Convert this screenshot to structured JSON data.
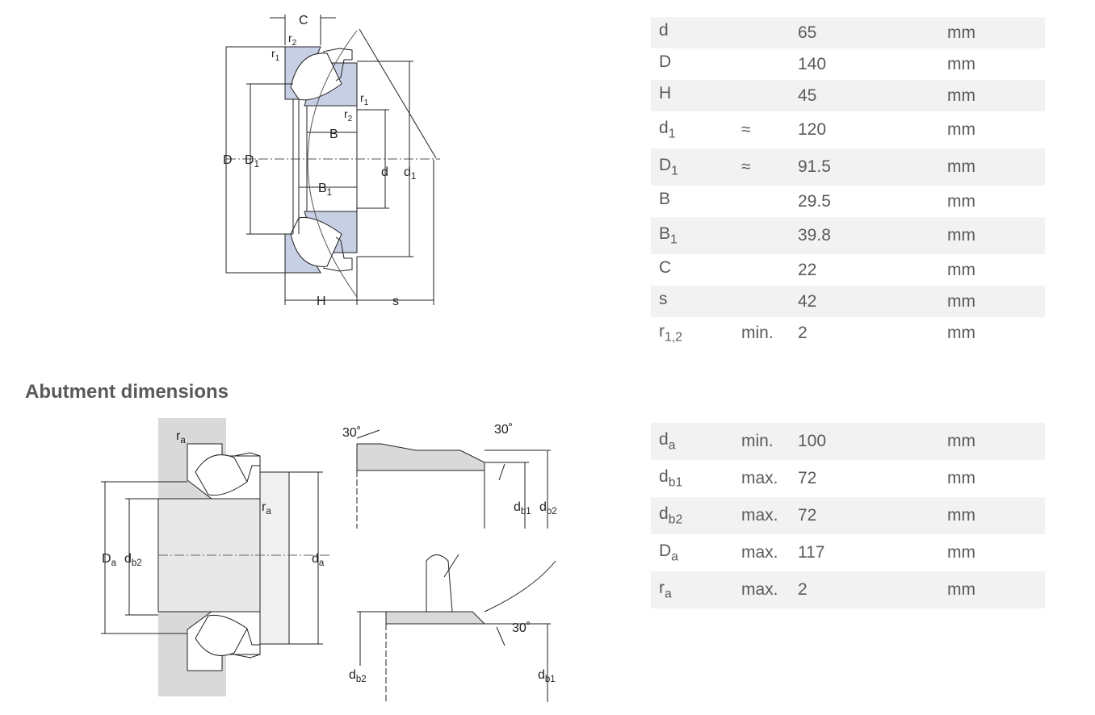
{
  "bearing_table": {
    "rows": [
      {
        "symbol": "d",
        "sub": "",
        "qualifier": "",
        "value": "65",
        "unit": "mm"
      },
      {
        "symbol": "D",
        "sub": "",
        "qualifier": "",
        "value": "140",
        "unit": "mm"
      },
      {
        "symbol": "H",
        "sub": "",
        "qualifier": "",
        "value": "45",
        "unit": "mm"
      },
      {
        "symbol": "d",
        "sub": "1",
        "qualifier": "≈",
        "value": "120",
        "unit": "mm"
      },
      {
        "symbol": "D",
        "sub": "1",
        "qualifier": "≈",
        "value": "91.5",
        "unit": "mm"
      },
      {
        "symbol": "B",
        "sub": "",
        "qualifier": "",
        "value": "29.5",
        "unit": "mm"
      },
      {
        "symbol": "B",
        "sub": "1",
        "qualifier": "",
        "value": "39.8",
        "unit": "mm"
      },
      {
        "symbol": "C",
        "sub": "",
        "qualifier": "",
        "value": "22",
        "unit": "mm"
      },
      {
        "symbol": "s",
        "sub": "",
        "qualifier": "",
        "value": "42",
        "unit": "mm"
      },
      {
        "symbol": "r",
        "sub": "1,2",
        "qualifier": "min.",
        "value": "2",
        "unit": "mm"
      }
    ]
  },
  "abutment": {
    "title": "Abutment dimensions",
    "rows": [
      {
        "symbol": "d",
        "sub": "a",
        "qualifier": "min.",
        "value": "100",
        "unit": "mm"
      },
      {
        "symbol": "d",
        "sub": "b1",
        "qualifier": "max.",
        "value": "72",
        "unit": "mm"
      },
      {
        "symbol": "d",
        "sub": "b2",
        "qualifier": "max.",
        "value": "72",
        "unit": "mm"
      },
      {
        "symbol": "D",
        "sub": "a",
        "qualifier": "max.",
        "value": "117",
        "unit": "mm"
      },
      {
        "symbol": "r",
        "sub": "a",
        "qualifier": "max.",
        "value": "2",
        "unit": "mm"
      }
    ]
  },
  "drawing_labels": {
    "main": {
      "C": "C",
      "r": "r",
      "r2": "2",
      "r1": "1",
      "D": "D",
      "D1": "D",
      "D1_sub": "1",
      "B": "B",
      "B1": "B",
      "B1_sub": "1",
      "d": "d",
      "d1": "d",
      "d1_sub": "1",
      "H": "H",
      "s": "s"
    },
    "abutment": {
      "ra": "r",
      "ra_sub": "a",
      "Da": "D",
      "Da_sub": "a",
      "db2": "d",
      "db2_sub": "b2",
      "da": "d",
      "da_sub": "a"
    },
    "detail": {
      "angle": "30˚",
      "db1": "d",
      "db1_sub": "b1",
      "db2": "d",
      "db2_sub": "b2"
    }
  },
  "colors": {
    "ring_fill": "#c7cfe5",
    "housing_fill": "#d9d9d9",
    "shaft_fill": "#e8e8e8",
    "row_shade": "#f2f2f2"
  }
}
